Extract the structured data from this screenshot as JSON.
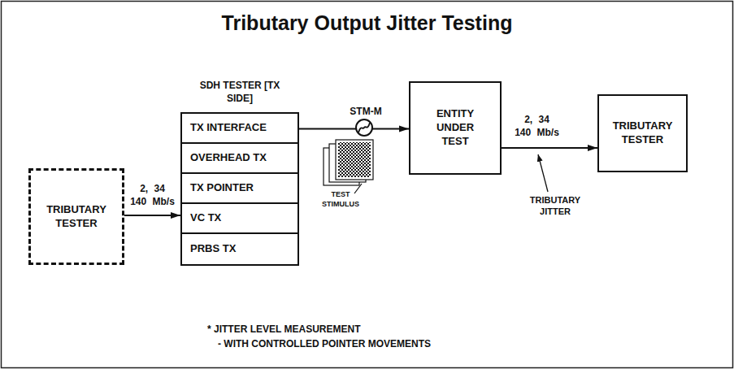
{
  "diagram": {
    "title": "Tributary Output Jitter Testing",
    "nodes": [
      {
        "text": [
          "TRIBUTARY TESTER"
        ]
      },
      {
        "text": [
          "SDH TESTER [TX SIDE]"
        ]
      },
      {
        "text": [
          "TX INTERFACE"
        ],
        "in": 1
      },
      {
        "text": [
          "OVERHEAD TX"
        ],
        "in": 1
      },
      {
        "text": [
          "TX POINTER"
        ],
        "in": 1
      },
      {
        "text": [
          "VC TX"
        ],
        "in": 1
      },
      {
        "text": [
          "PRBS TX"
        ],
        "in": 1
      },
      {
        "text": [
          "ENTITY UNDER TEST"
        ]
      },
      {
        "text": [
          "TRIBUTARY TESTER"
        ]
      }
    ],
    "edges": [
      {
        "from": 0,
        "to": 1,
        "label": "2, 34 140 Mb/s",
        "arrow": "to"
      },
      {
        "from": 2,
        "to": 7,
        "label": "STM-M",
        "arrow": "to"
      },
      {
        "from": 7,
        "to": 8,
        "label": "2, 34 140 Mb/s",
        "arrow": "to"
      }
    ],
    "labels": [
      "TEST STIMULUS",
      "TRIBUTARY JITTER",
      "* JITTER LEVEL MEASUREMENT",
      "- WITH CONTROLLED POINTER MOVEMENTS"
    ]
  }
}
